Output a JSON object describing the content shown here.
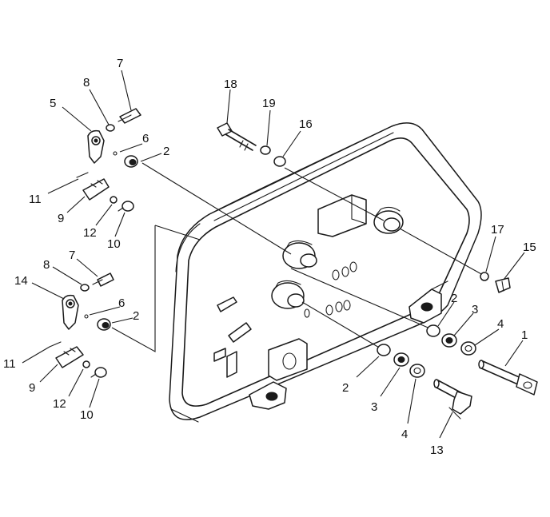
{
  "callouts": [
    "7",
    "8",
    "5",
    "6",
    "2",
    "18",
    "19",
    "16",
    "11",
    "9",
    "12",
    "10",
    "17",
    "15",
    "8",
    "7",
    "14",
    "6",
    "2",
    "11",
    "9",
    "12",
    "10",
    "2",
    "3",
    "4",
    "1",
    "2",
    "3",
    "4",
    "13"
  ],
  "colors": {
    "ink": "#1a1a1a",
    "background": "#ffffff"
  }
}
